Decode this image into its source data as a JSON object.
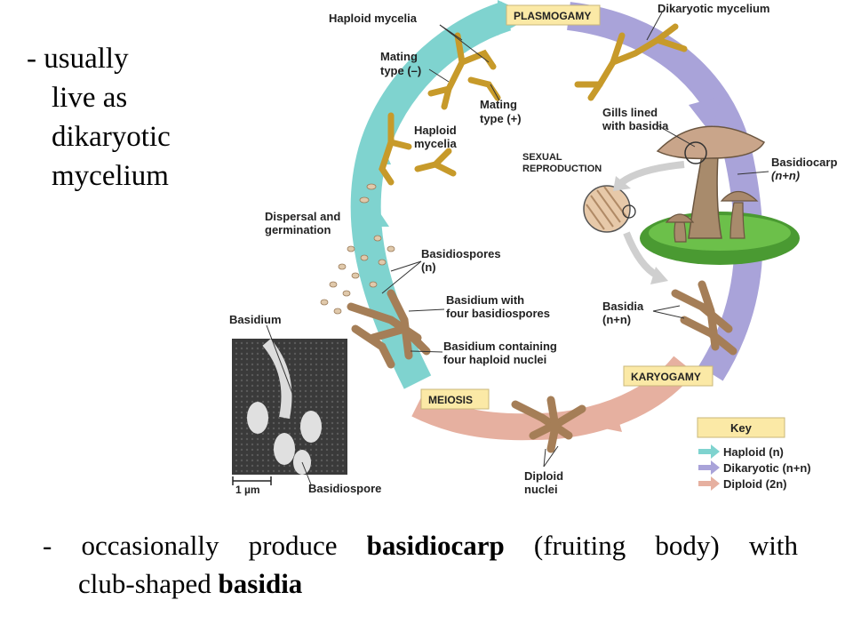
{
  "bullets": {
    "usually": [
      "- usually",
      "live as",
      "dikaryotic",
      "mycelium"
    ],
    "occasionally": {
      "prefix": "- occasionally produce ",
      "term1": "basidiocarp",
      "middle": " (fruiting body) with",
      "line2_prefix": "club-shaped ",
      "term2": "basidia"
    }
  },
  "diagram": {
    "stages": {
      "plasmogamy": "PLASMOGAMY",
      "karyogamy": "KARYOGAMY",
      "meiosis": "MEIOSIS"
    },
    "center_label": [
      "SEXUAL",
      "REPRODUCTION"
    ],
    "labels": {
      "haploid_mycelia_top": "Haploid mycelia",
      "dikaryotic_mycelium": "Dikaryotic mycelium",
      "mating_type_minus": [
        "Mating",
        "type (–)"
      ],
      "mating_type_plus": [
        "Mating",
        "type (+)"
      ],
      "haploid_mycelia_mid": [
        "Haploid",
        "mycelia"
      ],
      "gills": [
        "Gills lined",
        "with basidia"
      ],
      "basidiocarp": [
        "Basidiocarp",
        "(n+n)"
      ],
      "dispersal": [
        "Dispersal and",
        "germination"
      ],
      "basidiospores": [
        "Basidiospores",
        "(n)"
      ],
      "basidium_four_spores": [
        "Basidium with",
        "four basidiospores"
      ],
      "basidium_four_nuclei": [
        "Basidium containing",
        "four haploid nuclei"
      ],
      "basidia": [
        "Basidia",
        "(n+n)"
      ],
      "diploid_nuclei": [
        "Diploid",
        "nuclei"
      ],
      "micrograph_basidium": "Basidium",
      "micrograph_basidiospore": "Basidiospore",
      "scale_bar": "1 µm"
    },
    "key": {
      "title": "Key",
      "items": [
        {
          "label": "Haploid (n)",
          "color": "#7fd3cf"
        },
        {
          "label": "Dikaryotic (n+n)",
          "color": "#a9a3d9"
        },
        {
          "label": "Diploid (2n)",
          "color": "#e6b0a0"
        }
      ]
    },
    "colors": {
      "haploid": "#7fd3cf",
      "dikaryotic": "#a9a3d9",
      "diploid": "#e6b0a0",
      "stage_box": "#fbe9a6"
    }
  }
}
